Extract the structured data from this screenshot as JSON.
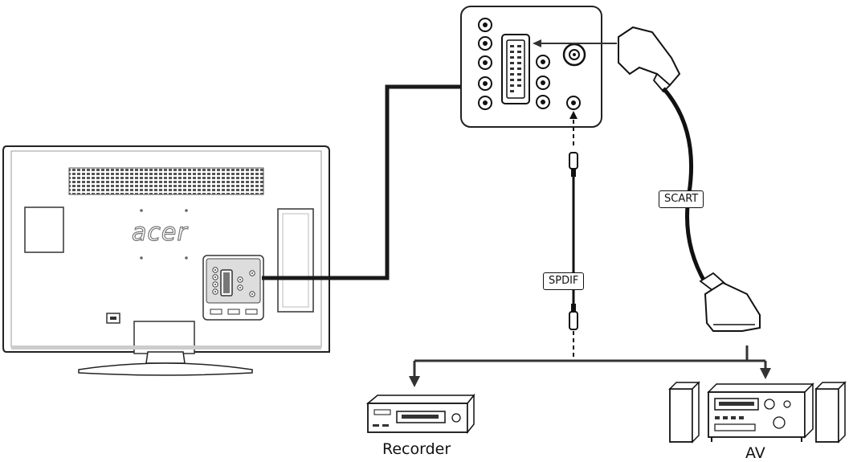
{
  "labels": {
    "scart": "SCART",
    "spdif": "SPDIF",
    "recorder": "Recorder",
    "av": "AV",
    "brand": "acer"
  }
}
